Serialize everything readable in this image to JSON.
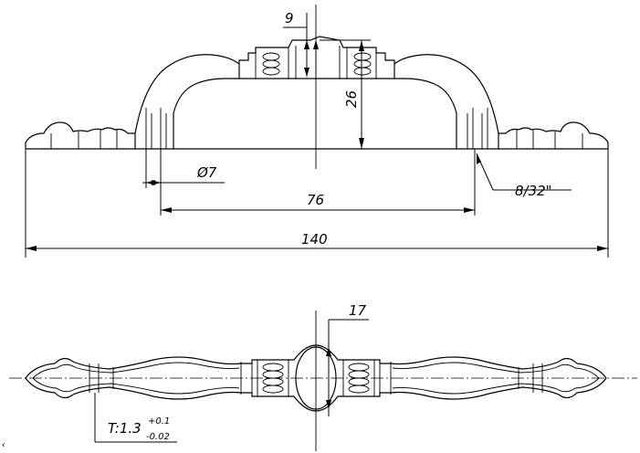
{
  "front_view": {
    "dim_width_top": "9",
    "dim_height": "26",
    "dim_hole_dia": "Ø7",
    "dim_hole_spacing": "76",
    "dim_overall_length": "140",
    "dim_thread": "8/32\""
  },
  "plan_view": {
    "dim_width": "17",
    "thickness_prefix": "T:1.3",
    "tol_upper": "+0.1",
    "tol_lower": "-0.02"
  },
  "corner_mark": "‹"
}
